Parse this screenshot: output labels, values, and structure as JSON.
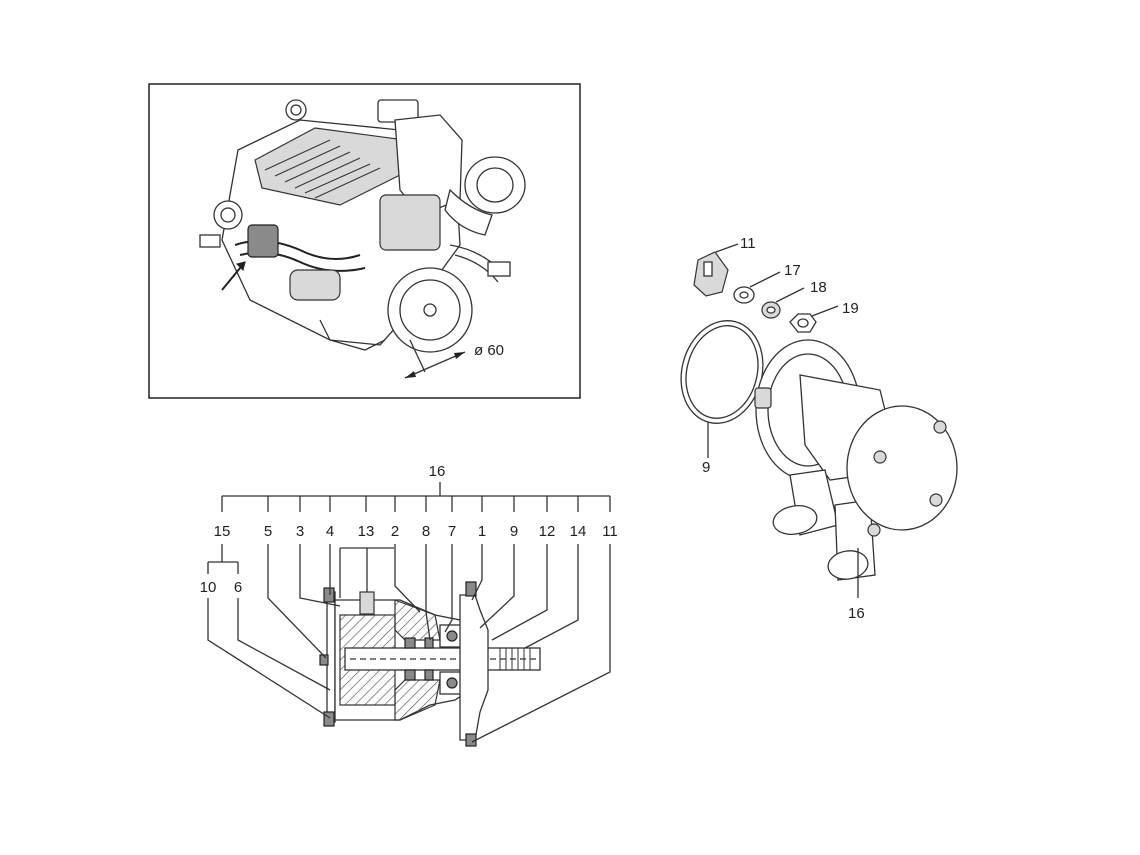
{
  "engine_view": {
    "diameter_label": "ø 60"
  },
  "section_view": {
    "group_label": "16",
    "group_items": [
      "15",
      "5",
      "3",
      "4",
      "13",
      "2",
      "8",
      "7",
      "1",
      "9",
      "12",
      "14",
      "11"
    ],
    "subgroup_items": [
      "10",
      "6"
    ]
  },
  "exploded_view": {
    "labels": [
      "11",
      "17",
      "18",
      "19",
      "9",
      "16"
    ]
  },
  "colors": {
    "line": "#333333",
    "hatch": "#555555",
    "background": "#ffffff"
  }
}
